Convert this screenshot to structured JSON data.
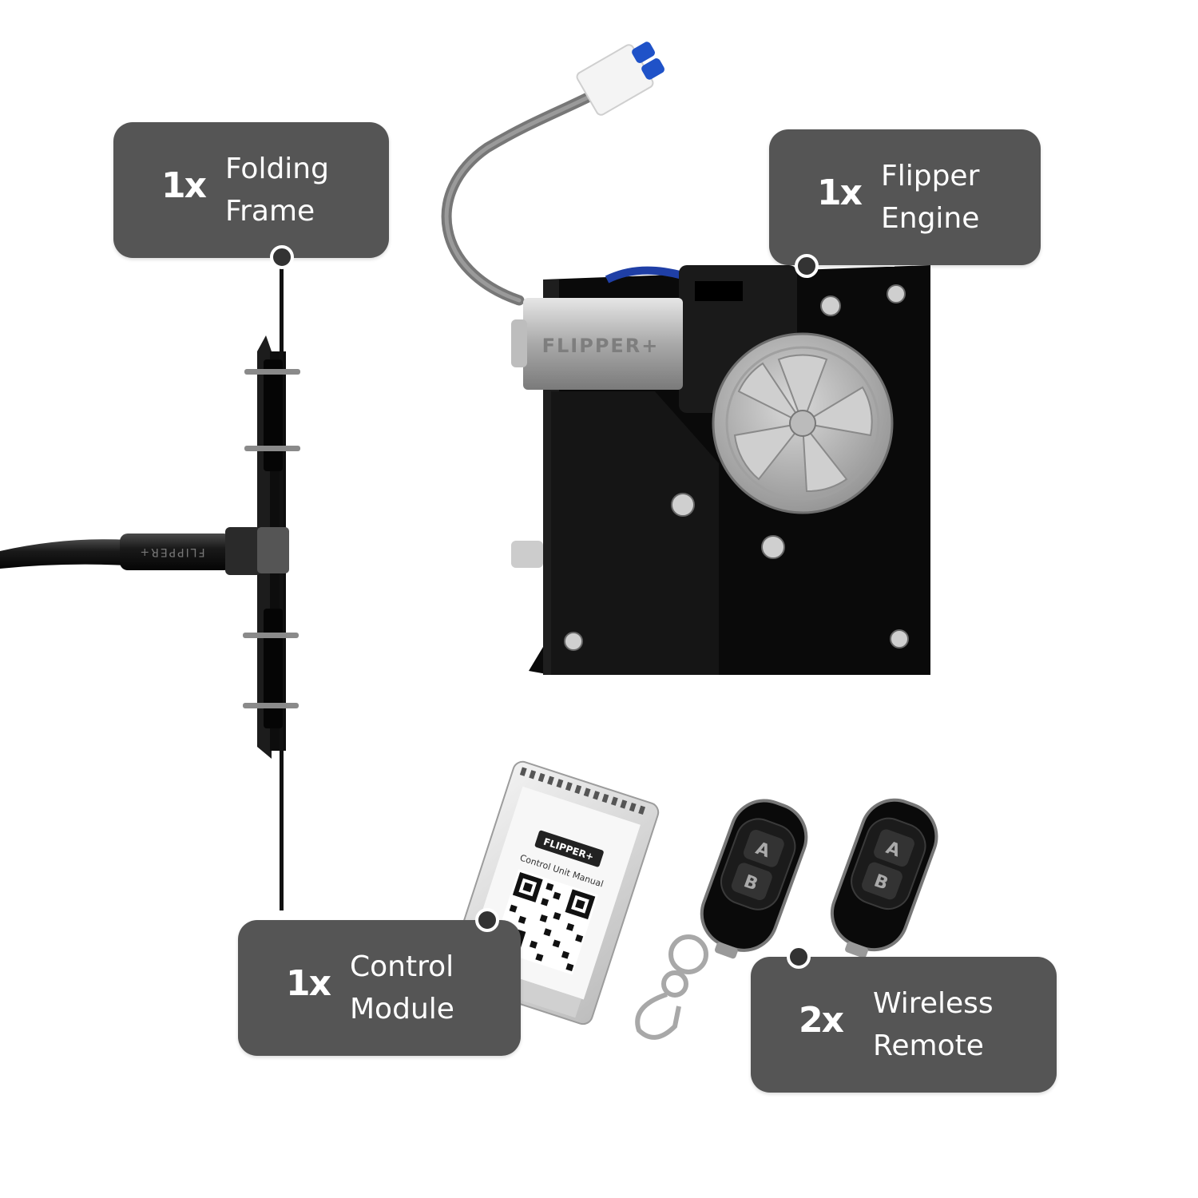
{
  "callouts": {
    "folding_frame": {
      "qty": "1x",
      "line1": "Folding",
      "line2": "Frame"
    },
    "flipper_engine": {
      "qty": "1x",
      "line1": "Flipper",
      "line2": "Engine"
    },
    "control_module": {
      "qty": "1x",
      "line1": "Control",
      "line2": "Module"
    },
    "wireless_remote": {
      "qty": "2x",
      "line1": "Wireless",
      "line2": "Remote"
    }
  },
  "product": {
    "brand_mark": "FLIPPER+",
    "manual_label": "Control Unit Manual",
    "remote_buttons": [
      "A",
      "B"
    ]
  },
  "colors": {
    "callout_bg": "#555555",
    "callout_text": "#ffffff",
    "hardware": "#111111",
    "metal": "#b8b8b8"
  }
}
